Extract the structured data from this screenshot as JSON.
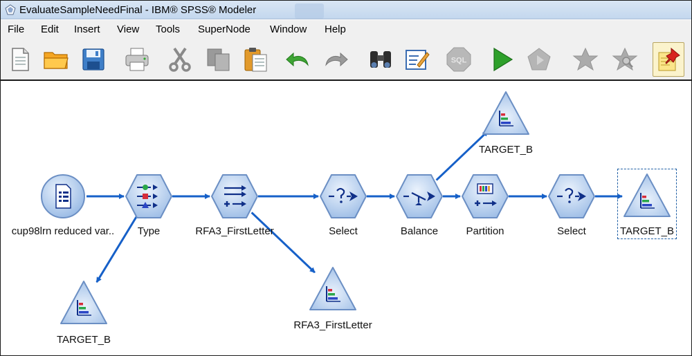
{
  "window": {
    "title": "EvaluateSampleNeedFinal - IBM® SPSS® Modeler"
  },
  "menu": [
    "File",
    "Edit",
    "Insert",
    "View",
    "Tools",
    "SuperNode",
    "Window",
    "Help"
  ],
  "toolbar": {
    "buttons": [
      "new-stream",
      "open-stream",
      "save-stream",
      "print",
      "cut",
      "copy",
      "paste",
      "undo",
      "redo",
      "find",
      "edit-stream-properties",
      "sql-generation",
      "run-stream",
      "run-selection",
      "zoom-in-supernode",
      "zoom-out-supernode",
      "insert-comment"
    ]
  },
  "nodes": [
    {
      "id": "source",
      "shape": "circle",
      "icon": "file-source-icon",
      "label": "cup98lrn reduced var.."
    },
    {
      "id": "type",
      "shape": "hexagon",
      "icon": "type-icon",
      "label": "Type"
    },
    {
      "id": "derive",
      "shape": "hexagon",
      "icon": "derive-icon",
      "label": "RFA3_FirstLetter"
    },
    {
      "id": "select1",
      "shape": "hexagon",
      "icon": "select-icon",
      "label": "Select"
    },
    {
      "id": "balance",
      "shape": "hexagon",
      "icon": "balance-icon",
      "label": "Balance"
    },
    {
      "id": "partition",
      "shape": "hexagon",
      "icon": "partition-icon",
      "label": "Partition"
    },
    {
      "id": "select2",
      "shape": "hexagon",
      "icon": "select-icon",
      "label": "Select"
    },
    {
      "id": "dist-final",
      "shape": "triangle",
      "icon": "distribution-icon",
      "label": "TARGET_B",
      "selected": true
    },
    {
      "id": "dist-top",
      "shape": "triangle",
      "icon": "distribution-icon",
      "label": "TARGET_B"
    },
    {
      "id": "dist-type",
      "shape": "triangle",
      "icon": "distribution-icon",
      "label": "TARGET_B"
    },
    {
      "id": "dist-derive",
      "shape": "triangle",
      "icon": "distribution-icon",
      "label": "RFA3_FirstLetter"
    }
  ],
  "connections": [
    [
      "source",
      "type"
    ],
    [
      "type",
      "derive"
    ],
    [
      "derive",
      "select1"
    ],
    [
      "select1",
      "balance"
    ],
    [
      "balance",
      "partition"
    ],
    [
      "partition",
      "select2"
    ],
    [
      "select2",
      "dist-final"
    ],
    [
      "balance",
      "dist-top"
    ],
    [
      "type",
      "dist-type"
    ],
    [
      "derive",
      "dist-derive"
    ]
  ],
  "colors": {
    "node_fill": "#9dbde6",
    "node_stroke": "#6b8fc4",
    "link": "#1660c8",
    "icon": "#0f2f88"
  }
}
